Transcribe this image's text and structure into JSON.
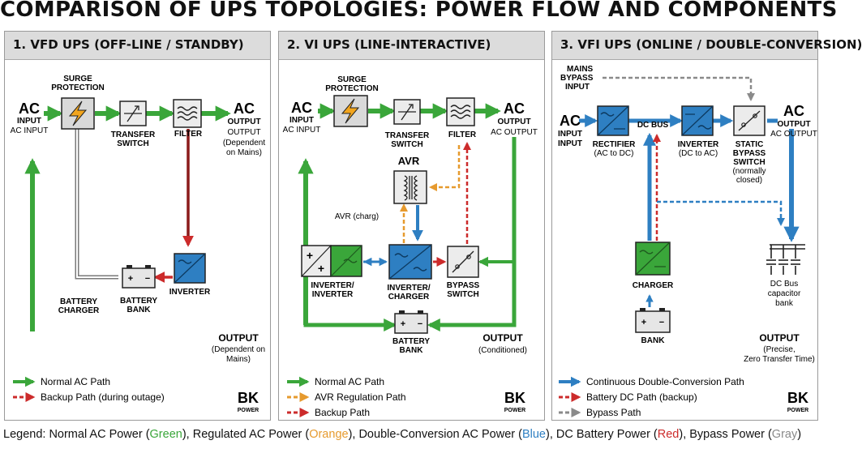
{
  "title": "COMPARISON OF UPS TOPOLOGIES: POWER FLOW AND COMPONENTS",
  "colors": {
    "green": "#3aa63a",
    "orange": "#e69a2e",
    "blue": "#2e7fc2",
    "red": "#cc2b2b",
    "gray": "#8a8a8a"
  },
  "logo": {
    "mark": "BK",
    "sub": "POWER"
  },
  "panels": [
    {
      "header": "1. VFD UPS (OFF-LINE / STANDBY)",
      "labels": {
        "surge": [
          "SURGE",
          "PROTECTION"
        ],
        "ac_in_big": "AC",
        "ac_in_1": "INPUT",
        "ac_in_2": "AC INPUT",
        "transfer": [
          "TRANSFER",
          "SWITCH"
        ],
        "filter": "FILTER",
        "ac_out_big": "AC",
        "ac_out_1": "OUTPUT",
        "ac_out_2": "OUTPUT",
        "ac_out_note": [
          "(Dependent",
          "on Mains)"
        ],
        "battery_charger": [
          "BATTERY",
          "CHARGER"
        ],
        "battery_bank": [
          "BATTERY",
          "BANK"
        ],
        "inverter": "INVERTER",
        "output_title": "OUTPUT",
        "output_note": [
          "(Dependent on",
          "Mains)"
        ]
      },
      "legend": [
        "Normal AC Path",
        "Backup Path (during outage)"
      ]
    },
    {
      "header": "2. VI UPS (LINE-INTERACTIVE)",
      "labels": {
        "surge": [
          "SURGE",
          "PROTECTION"
        ],
        "ac_in_big": "AC",
        "ac_in_1": "INPUT",
        "ac_in_2": "AC INPUT",
        "transfer": [
          "TRANSFER",
          "SWITCH"
        ],
        "filter": "FILTER",
        "ac_out_big": "AC",
        "ac_out_1": "OUTPUT",
        "ac_out_2": "AC OUTPUT",
        "avr": "AVR",
        "avr_charg": "AVR (charg)",
        "inv_inv": [
          "INVERTER/",
          "INVERTER"
        ],
        "inv_chg": [
          "INVERTER/",
          "CHARGER"
        ],
        "bypass": [
          "BYPASS",
          "SWITCH"
        ],
        "battery_bank": [
          "BATTERY",
          "BANK"
        ],
        "output_title": "OUTPUT",
        "output_note": [
          "(Conditioned)"
        ]
      },
      "legend": [
        "Normal AC Path",
        "AVR Regulation Path",
        "Backup Path"
      ]
    },
    {
      "header": "3. VFI UPS (ONLINE / DOUBLE-CONVERSION)",
      "labels": {
        "mains_bypass": [
          "MAINS",
          "BYPASS",
          "INPUT"
        ],
        "ac_in_big": "AC",
        "ac_in_1": "INPUT",
        "ac_in_2": "INPUT",
        "rectifier": [
          "RECTIFIER",
          "(AC to DC)"
        ],
        "dc_bus": "DC BUS",
        "inverter": [
          "INVERTER",
          "(DC to AC)"
        ],
        "static_bypass": [
          "STATIC",
          "BYPASS",
          "SWITCH",
          "(normally",
          "closed)"
        ],
        "ac_out_big": "AC",
        "ac_out_1": "OUTPUT",
        "ac_out_2": "AC OUTPUT",
        "charger": "CHARGER",
        "bank": "BANK",
        "capacitor": [
          "DC Bus",
          "capacitor",
          "bank"
        ],
        "output_title": "OUTPUT",
        "output_note": [
          "(Precise,",
          "Zero Transfer Time)"
        ]
      },
      "legend": [
        "Continuous Double-Conversion Path",
        "Battery DC Path (backup)",
        "Bypass Path"
      ]
    }
  ],
  "bottom_legend": {
    "prefix": "Legend: Normal AC Power (",
    "green": "Green",
    "mid1": "), Regulated AC Power (",
    "orange": "Orange",
    "mid2": "), Double-Conversion AC Power (",
    "blue": "Blue",
    "mid3": "), DC Battery Power (",
    "red": "Red",
    "mid4": "), Bypass Power (",
    "gray": "Gray",
    "suffix": ")"
  }
}
